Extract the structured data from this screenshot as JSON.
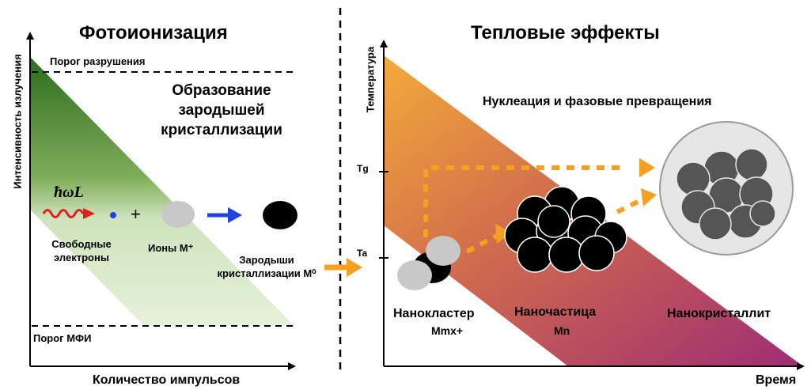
{
  "left_panel": {
    "title": "Фотоионизация",
    "y_axis_label": "Интенсивность излучения",
    "x_axis_label": "Количество импульсов",
    "upper_threshold": "Порог разрушения",
    "lower_threshold": "Порог МФИ",
    "region_label": "Образование зародышей кристаллизации",
    "photon_symbol": "ħωL",
    "free_electrons": "Свободные электроны",
    "plus": "+",
    "ions": "Ионы M⁺",
    "nuclei": "Зародыши кристаллизации M⁰"
  },
  "right_panel": {
    "title": "Тепловые эффекты",
    "y_axis_label": "Температура",
    "x_axis_label": "Время",
    "tick_tg": "Tg",
    "tick_ta": "Ta",
    "region_label": "Нуклеация и фазовые превращения",
    "stage1_line1": "Нанокластер",
    "stage1_line2": "Mmx+",
    "stage2_line1": "Наночастица",
    "stage2_line2": "Mn",
    "stage3": "Нанокристаллит"
  },
  "colors": {
    "left_gradient_top": "#2e6b1f",
    "left_gradient_bottom": "#e2efd4",
    "right_gradient_top": "#f2a63a",
    "right_gradient_bottom": "#a2306f",
    "arrow_orange": "#f5a020",
    "electron_blue": "#2440e0",
    "wave_red": "#e0201a",
    "ion_gray": "#c8c8c8",
    "particle_black": "#000000"
  }
}
